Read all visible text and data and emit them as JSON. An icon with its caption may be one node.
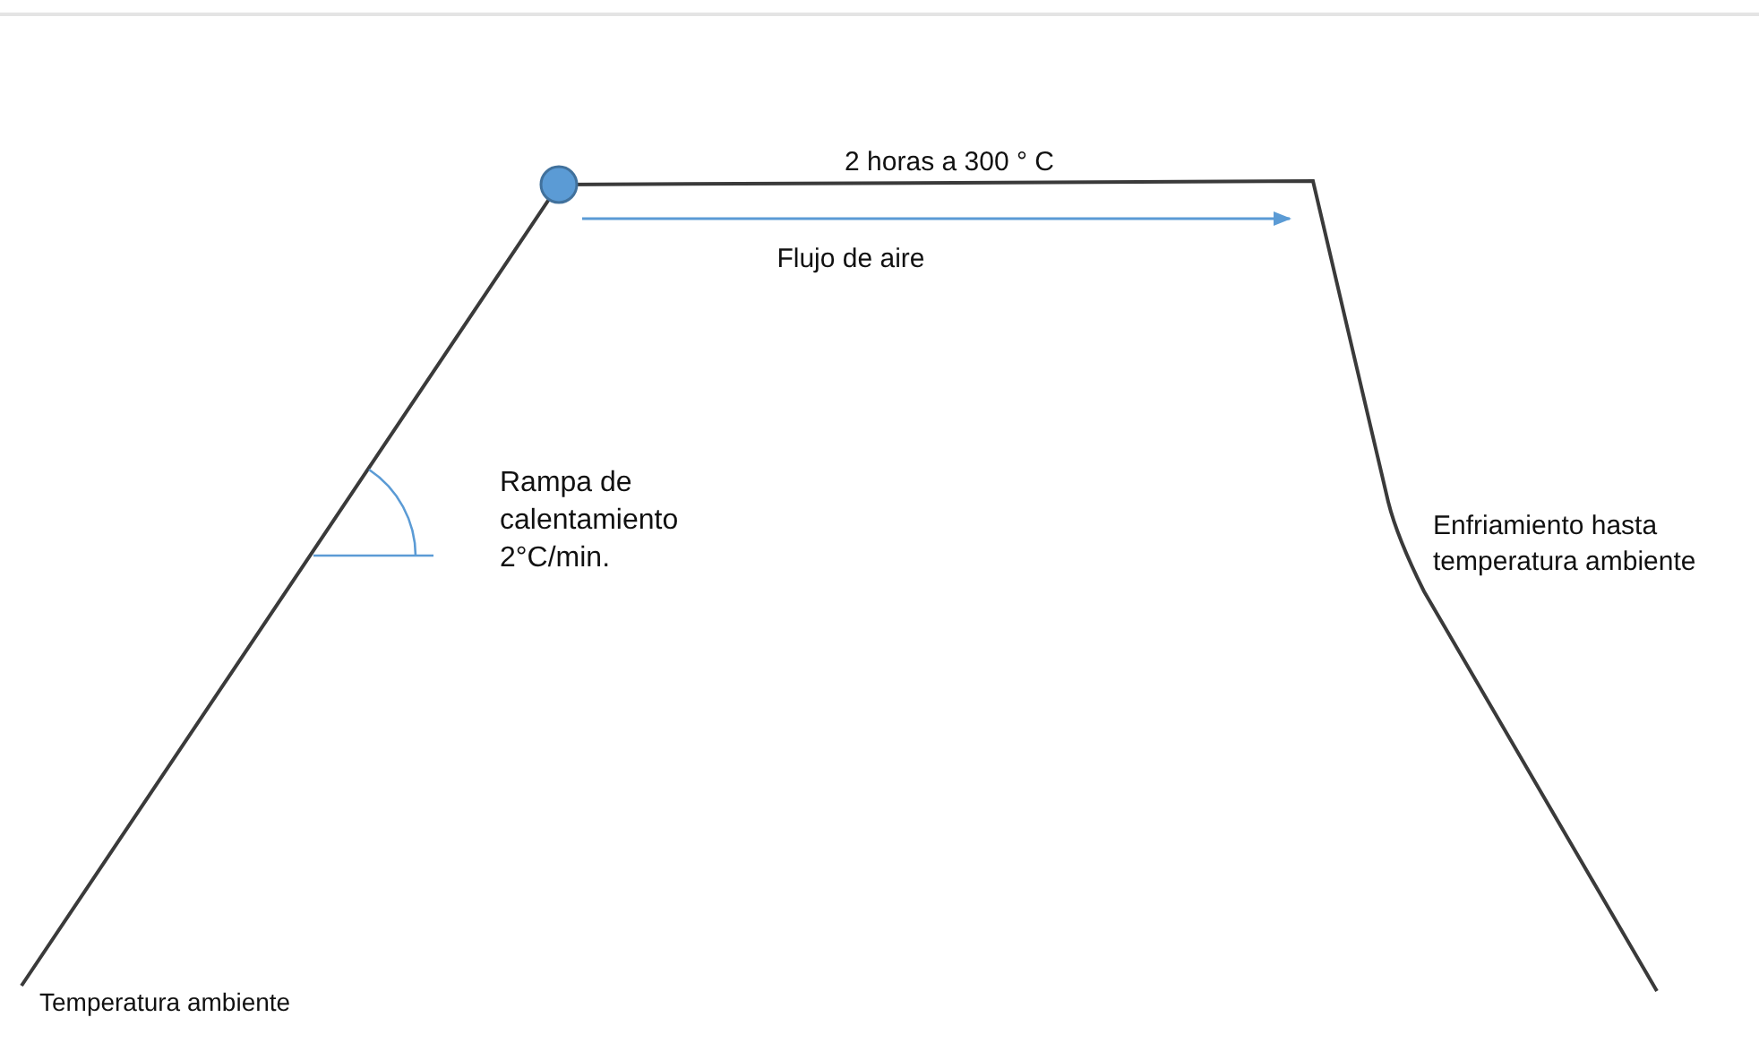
{
  "diagram": {
    "labels": [
      "2 horas a 300 ° C",
      "Flujo de aire",
      "Rampa de calentamiento 2°C/min.",
      "Enfriamiento hasta temperatura ambiente",
      "Temperatura ambiente"
    ]
  }
}
